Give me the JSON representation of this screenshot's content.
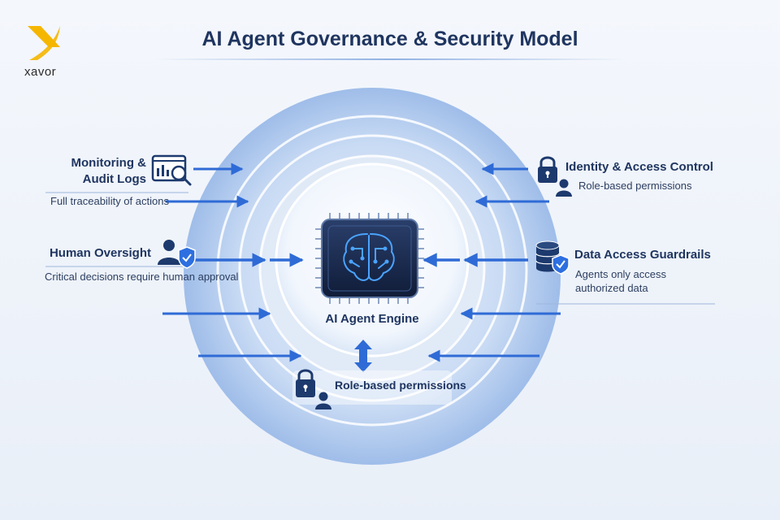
{
  "brand": {
    "logo_text": "xavor",
    "accent": "#f5b600"
  },
  "title": "AI Agent Governance & Security Model",
  "center": {
    "label": "AI Agent Engine"
  },
  "bottom": {
    "label": "Role-based permissions"
  },
  "left": {
    "monitoring": {
      "line1": "Monitoring &",
      "line2": "Audit Logs",
      "sub": "Full traceability of actions"
    },
    "oversight": {
      "title": "Human Oversight",
      "sub": "Critical decisions require human approval"
    }
  },
  "right": {
    "identity": {
      "title": "Identity & Access Control",
      "sub": "Role-based permissions"
    },
    "data": {
      "title": "Data Access Guardrails",
      "line1": "Agents only access",
      "line2": "authorized data"
    }
  },
  "colors": {
    "ring": "#9dbde9",
    "arrow": "#2f6bd6",
    "chip": "#1a2b52",
    "circuit": "#4aa3ff",
    "icon": "#1d3a6e",
    "shield": "#2d6fe0"
  },
  "icons": [
    "logo-mark",
    "chart-magnifier-icon",
    "person-shield-icon",
    "lock-person-icon",
    "database-shield-icon",
    "chip-brain-icon",
    "vertical-double-arrow-icon"
  ]
}
